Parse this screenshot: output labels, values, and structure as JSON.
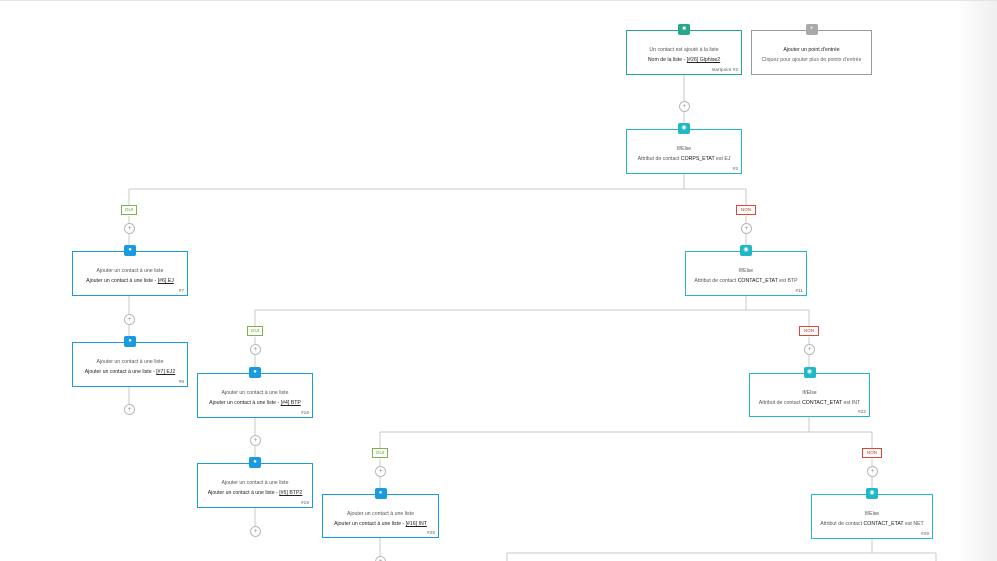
{
  "workflow": {
    "start": {
      "title": "Un contact est ajouté à la liste",
      "prefix": "Nom de la liste - ",
      "link": "[#26] Glphise2",
      "num": "startpoint #2",
      "icon": "folder-icon"
    },
    "entry": {
      "title": "Ajouter un point d'entrée",
      "subtitle": "Cliquez pour ajouter plus de points d'entrée",
      "icon": "plus-icon"
    },
    "cond1": {
      "title": "If/Else",
      "prefix": "Attribut de contact ",
      "field": "CORPS_ETAT",
      "rest": " est EJ",
      "num": "#3",
      "icon": "eye-icon"
    },
    "oui1": "OUI",
    "non1": "NON",
    "act7": {
      "title": "Ajouter un contact à une liste",
      "prefix": "Ajouter un contact à une liste - ",
      "link": "[#6] EJ",
      "num": "#7",
      "icon": "user-add-icon"
    },
    "act8": {
      "title": "Ajouter un contact à une liste",
      "prefix": "Ajouter un contact à une liste - ",
      "link": "[#7] EJ2",
      "num": "#8",
      "icon": "user-add-icon"
    },
    "cond11": {
      "title": "If/Else",
      "prefix": "Attribut de contact ",
      "field": "CONTACT_ETAT",
      "rest": " est BTP",
      "num": "#11",
      "icon": "eye-icon"
    },
    "oui2": "OUI",
    "non2": "NON",
    "act16": {
      "title": "Ajouter un contact à une liste",
      "prefix": "Ajouter un contact à une liste - ",
      "link": "[#4] BTP",
      "num": "#16",
      "icon": "user-add-icon"
    },
    "act19": {
      "title": "Ajouter un contact à une liste",
      "prefix": "Ajouter un contact à une liste - ",
      "link": "[#5] BTP2",
      "num": "#19",
      "icon": "user-add-icon"
    },
    "cond22": {
      "title": "If/Else",
      "prefix": "Attribut de contact ",
      "field": "CONTACT_ETAT",
      "rest": " est INT",
      "num": "#22",
      "icon": "eye-icon"
    },
    "oui3": "OUI",
    "non3": "NON",
    "act25": {
      "title": "Ajouter un contact à une liste",
      "prefix": "Ajouter un contact à une liste - ",
      "link": "[#16] INT",
      "num": "#25",
      "icon": "user-add-icon"
    },
    "cond29": {
      "title": "If/Else",
      "prefix": "Attribut de contact ",
      "field": "CONTACT_ETAT",
      "rest": " est NET",
      "num": "#29",
      "icon": "eye-icon"
    },
    "plus_symbol": "+",
    "colors": {
      "action": "#1a9be0",
      "condition": "#20b8c6",
      "trigger": "#26a88a",
      "yes": "#78b44a",
      "no": "#d9483b",
      "line": "#c8c8c8"
    }
  }
}
